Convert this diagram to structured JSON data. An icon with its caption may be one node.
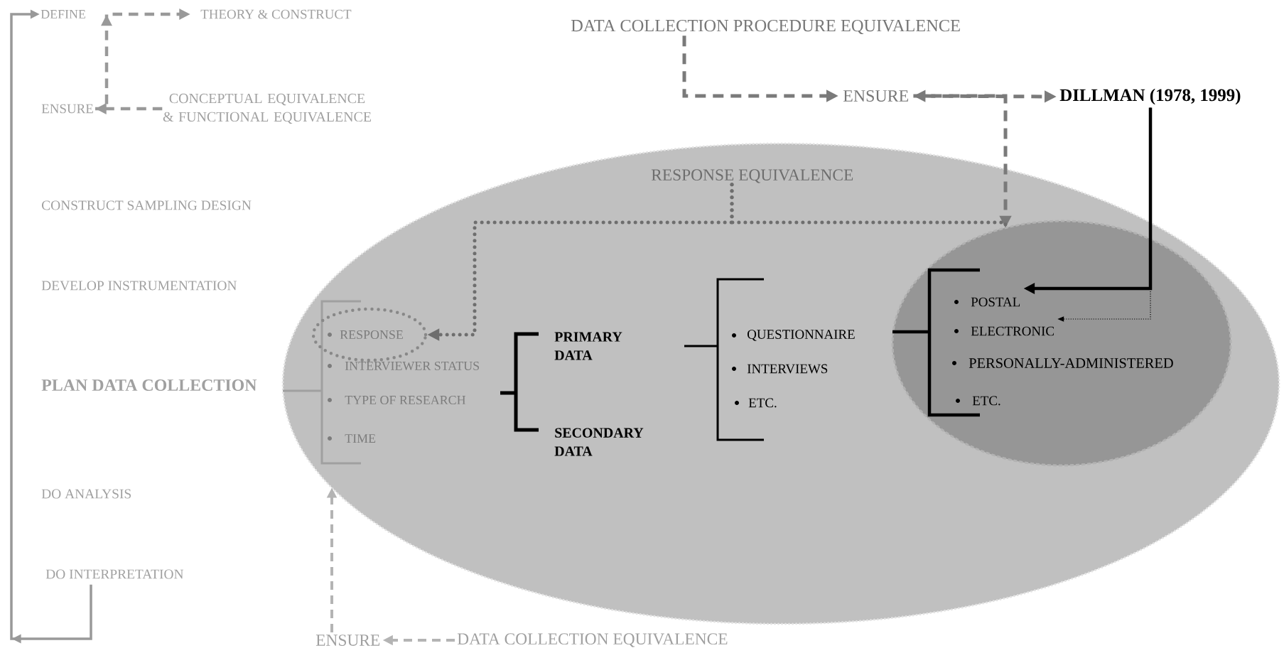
{
  "diagram": {
    "nodes": [
      {
        "text": [
          "DEFINE"
        ]
      },
      {
        "text": [
          "THEORY & CONSTRUCT"
        ]
      },
      {
        "text": [
          "ENSURE"
        ]
      },
      {
        "text": [
          "CONCEPTUAL EQUIVALENCE & FUNCTIONAL EQUIVALENCE"
        ]
      },
      {
        "text": [
          "CONSTRUCT SAMPLING DESIGN"
        ]
      },
      {
        "text": [
          "DEVELOP INSTRUMENTATION"
        ]
      },
      {
        "text": [
          "PLAN DATA COLLECTION"
        ]
      },
      {
        "text": [
          "DO ANALYSIS"
        ]
      },
      {
        "text": [
          "DO INTERPRETATION"
        ]
      },
      {
        "text": [
          "DATA COLLECTION PROCEDURE EQUIVALENCE"
        ]
      },
      {
        "text": [
          "ENSURE"
        ]
      },
      {
        "text": [
          "DILLMAN (1978, 1999)"
        ]
      },
      {
        "text": [],
        "shape": "ellipse"
      },
      {
        "text": [
          "RESPONSE EQUIVALENCE"
        ],
        "in": 12
      },
      {
        "text": [
          "RESPONSE"
        ],
        "in": 12
      },
      {
        "text": [],
        "shape": "ellipse",
        "in": 12
      },
      {
        "text": [
          "POSTAL"
        ],
        "in": 15
      },
      {
        "text": [
          "ELECTRONIC"
        ],
        "in": 15
      },
      {
        "text": [
          "ENSURE"
        ]
      },
      {
        "text": [
          "DATA COLLECTION EQUIVALENCE"
        ]
      }
    ],
    "edges": [
      {
        "from": 8,
        "to": 0,
        "arrow": "to",
        "color": "#999999"
      },
      {
        "from": 3,
        "to": 2,
        "arrow": "to",
        "style": "dashed",
        "color": "#999999"
      },
      {
        "from": 2,
        "to": 1,
        "arrow": "to",
        "style": "dashed",
        "color": "#999999"
      },
      {
        "from": 9,
        "to": 10,
        "arrow": "to",
        "style": "dashed",
        "color": "#7a7a7a"
      },
      {
        "from": 10,
        "to": 11,
        "arrow": "both",
        "style": "dashed",
        "color": "#7a7a7a"
      },
      {
        "from": 10,
        "to": 15,
        "arrow": "to",
        "style": "dashed",
        "color": "#7a7a7a"
      },
      {
        "from": 13,
        "to": 14,
        "arrow": "to",
        "style": "dashed",
        "color": "#6e6e6e"
      },
      {
        "from": 11,
        "to": 17,
        "arrow": "to",
        "style": "dashed",
        "color": "#000000"
      },
      {
        "from": 11,
        "to": 16,
        "arrow": "to",
        "color": "#000000"
      },
      {
        "from": 19,
        "to": 18,
        "arrow": "to",
        "style": "dashed",
        "color": "#b4b4b4"
      },
      {
        "from": 18,
        "to": 12,
        "arrow": "to",
        "style": "dashed",
        "color": "#b4b4b4"
      },
      {
        "from": 13,
        "to": 15,
        "arrow": "none",
        "style": "dashed",
        "color": "#6e6e6e"
      }
    ],
    "labels": [
      "INTERVIEWER STATUS",
      "TYPE OF RESEARCH",
      "TIME",
      "PRIMARY DATA",
      "SECONDARY DATA",
      "QUESTIONNAIRE",
      "INTERVIEWS",
      "ETC.",
      "PERSONALLY-ADMINISTERED",
      "ETC."
    ]
  }
}
